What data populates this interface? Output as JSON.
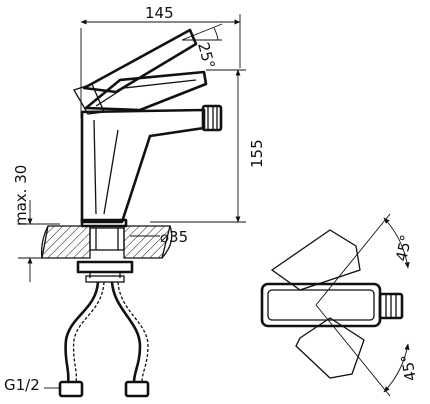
{
  "dimensions": {
    "width": "145",
    "height": "155",
    "lever_angle": "25°",
    "max_deck": "max. 30",
    "hole_diameter": "⌀35",
    "thread": "G1/2",
    "rotation_top": "45°",
    "rotation_bottom": "45°"
  }
}
